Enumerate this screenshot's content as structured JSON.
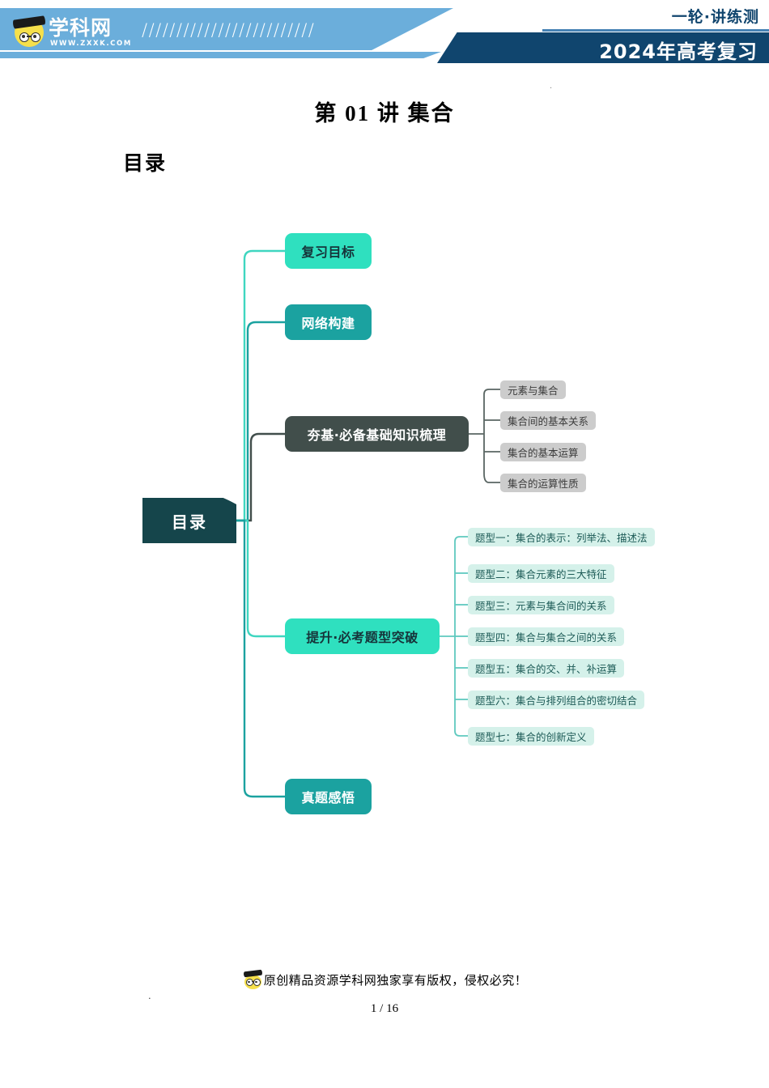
{
  "header": {
    "logo_name": "学科网",
    "logo_url": "WWW.ZXXK.COM",
    "slashes": "/////////////////////////",
    "top_right": "一轮·讲练测",
    "bottom_right": "2024年高考复习",
    "colors": {
      "band_blue": "#6BAEDB",
      "band_dark": "#10456E",
      "rule_blue": "#4682B4"
    }
  },
  "document": {
    "title": "第 01 讲  集合",
    "toc_heading": "目录",
    "top_dot": "."
  },
  "mindmap": {
    "root": {
      "label": "目录",
      "color": "#15454B"
    },
    "branches": [
      {
        "label": "复习目标",
        "color": "#2FE0BF",
        "text_color": "#16343A",
        "children": []
      },
      {
        "label": "网络构建",
        "color": "#1BA2A0",
        "text_color": "#ffffff",
        "children": []
      },
      {
        "label": "夯基·必备基础知识梳理",
        "color": "#414E4B",
        "text_color": "#ffffff",
        "child_color": "#CCCCCC",
        "children": [
          "元素与集合",
          "集合间的基本关系",
          "集合的基本运算",
          "集合的运算性质"
        ]
      },
      {
        "label": "提升·必考题型突破",
        "color": "#2FE0BF",
        "text_color": "#16343A",
        "child_color": "#D5F1EA",
        "children": [
          "题型一：集合的表示：列举法、描述法",
          "题型二：集合元素的三大特征",
          "题型三：元素与集合间的关系",
          "题型四：集合与集合之间的关系",
          "题型五：集合的交、并、补运算",
          "题型六：集合与排列组合的密切结合",
          "题型七：集合的创新定义"
        ]
      },
      {
        "label": "真题感悟",
        "color": "#1BA2A0",
        "text_color": "#ffffff",
        "children": []
      }
    ]
  },
  "footer": {
    "copyright": "原创精品资源学科网独家享有版权，侵权必究！",
    "page_number": "1 / 16",
    "left_dot": "."
  }
}
